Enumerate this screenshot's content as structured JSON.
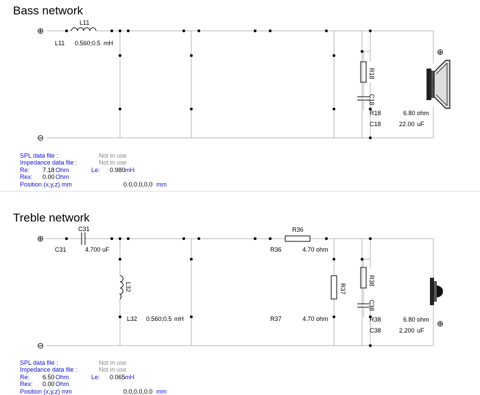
{
  "bass": {
    "title": "Bass network",
    "terminal_plus": "⊕",
    "terminal_minus": "⊖",
    "speaker_plus": "⊕",
    "l11_label": "L11",
    "l11_name": "L11",
    "l11_value": "0.560;0.5",
    "l11_unit": "mH",
    "r18_label": "R18",
    "c18_label": "C18",
    "r18_name": "R18",
    "r18_value": "6.80",
    "r18_unit": "ohm",
    "c18_name": "C18",
    "c18_value": "22.00",
    "c18_unit": "uF",
    "info": {
      "spl_label": "SPL data file :",
      "spl_value": "Not in use",
      "imp_label": "Impedance data file :",
      "imp_value": "Not in use",
      "re_label": "Re:",
      "re_value": "7.18",
      "re_unit": "Ohm",
      "le_label": "Le:",
      "le_value": "0.980",
      "le_unit": "mH",
      "rex_label": "Rex:",
      "rex_value": "0.00",
      "rex_unit": "Ohm",
      "pos_label": "Position (x,y,z) mm",
      "pos_value": "0.0,0.0,0.0",
      "pos_unit": "mm"
    }
  },
  "treble": {
    "title": "Treble network",
    "terminal_plus": "⊕",
    "terminal_minus": "⊖",
    "speaker_plus": "⊕",
    "c31_label": "C31",
    "c31_name": "C31",
    "c31_value": "4.700",
    "c31_unit": "uF",
    "r36_label": "R36",
    "r36_name": "R36",
    "r36_value": "4.70",
    "r36_unit": "ohm",
    "l32_label": "L32",
    "l32_name": "L32",
    "l32_value": "0.560;0.5",
    "l32_unit": "mH",
    "r37_label": "R37",
    "r37_name": "R37",
    "r37_value": "4.70",
    "r37_unit": "ohm",
    "r38_label": "R38",
    "c38_label": "C38",
    "r38_name": "R38",
    "r38_value": "6.80",
    "r38_unit": "ohm",
    "c38_name": "C38",
    "c38_value": "2.200",
    "c38_unit": "uF",
    "info": {
      "spl_label": "SPL data file :",
      "spl_value": "Not in use",
      "imp_label": "Impedance data file :",
      "imp_value": "Not in use",
      "re_label": "Re:",
      "re_value": "6.50",
      "re_unit": "Ohm",
      "le_label": "Le:",
      "le_value": "0.065",
      "le_unit": "mH",
      "rex_label": "Rex:",
      "rex_value": "0.00",
      "rex_unit": "Ohm",
      "pos_label": "Position (x,y,z) mm",
      "pos_value": "0.0,0.0,0.0",
      "pos_unit": "mm"
    }
  },
  "colors": {
    "wire": "#b4b4b4",
    "info_label": "#1010c8",
    "info_grey": "#888888",
    "separator": "#d8d8d8"
  }
}
